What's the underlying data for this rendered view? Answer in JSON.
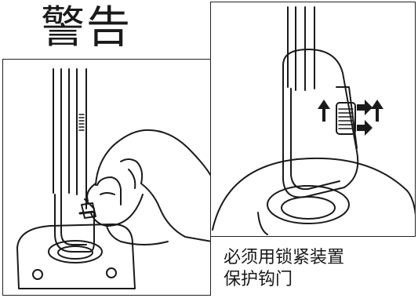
{
  "title": "警告",
  "caption": {
    "line1": "必须用锁紧装置",
    "line2": "保护钩门"
  }
}
